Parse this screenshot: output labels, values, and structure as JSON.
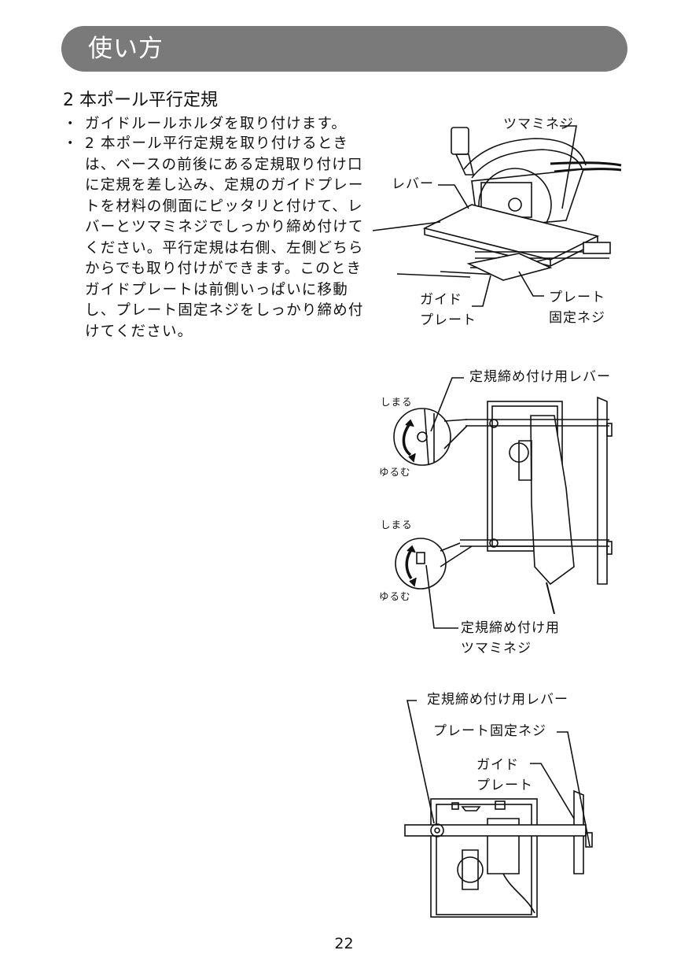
{
  "header": {
    "title": "使い方"
  },
  "section": {
    "heading": "2 本ポール平行定規",
    "bullets": [
      {
        "mark": "・",
        "text": "ガイドルールホルダを取り付けます。"
      },
      {
        "mark": "・",
        "text": "2 本ポール平行定規を取り付けるときは、ベースの前後にある定規取り付け口に定規を差し込み、定規のガイドプレートを材料の側面にピッタリと付けて、レバーとツマミネジでしっかり締め付けてください。平行定規は右側、左側どちらからでも取り付けができます。このときガイドプレートは前側いっぱいに移動し、プレート固定ネジをしっかり締め付けてください。"
      }
    ]
  },
  "figure1": {
    "labels": {
      "knob_screw": "ツマミネジ",
      "lever": "レバー",
      "guide_plate": "ガイド\nプレート",
      "plate_fixing_screw": "プレート\n固定ネジ"
    }
  },
  "figure2": {
    "labels": {
      "rule_lever": "定規締め付け用レバー",
      "tighten_top": "しまる",
      "loosen_top": "ゆるむ",
      "tighten_bottom": "しまる",
      "loosen_bottom": "ゆるむ",
      "rule_knob_screw": "定規締め付け用\nツマミネジ"
    }
  },
  "figure3": {
    "labels": {
      "rule_lever": "定規締め付け用レバー",
      "plate_fixing_screw": "プレート固定ネジ",
      "guide_plate": "ガイド\nプレート"
    }
  },
  "page": {
    "number": "22"
  },
  "colors": {
    "header_bg": "#7a7a7a",
    "header_text": "#ffffff",
    "ink": "#111111"
  }
}
